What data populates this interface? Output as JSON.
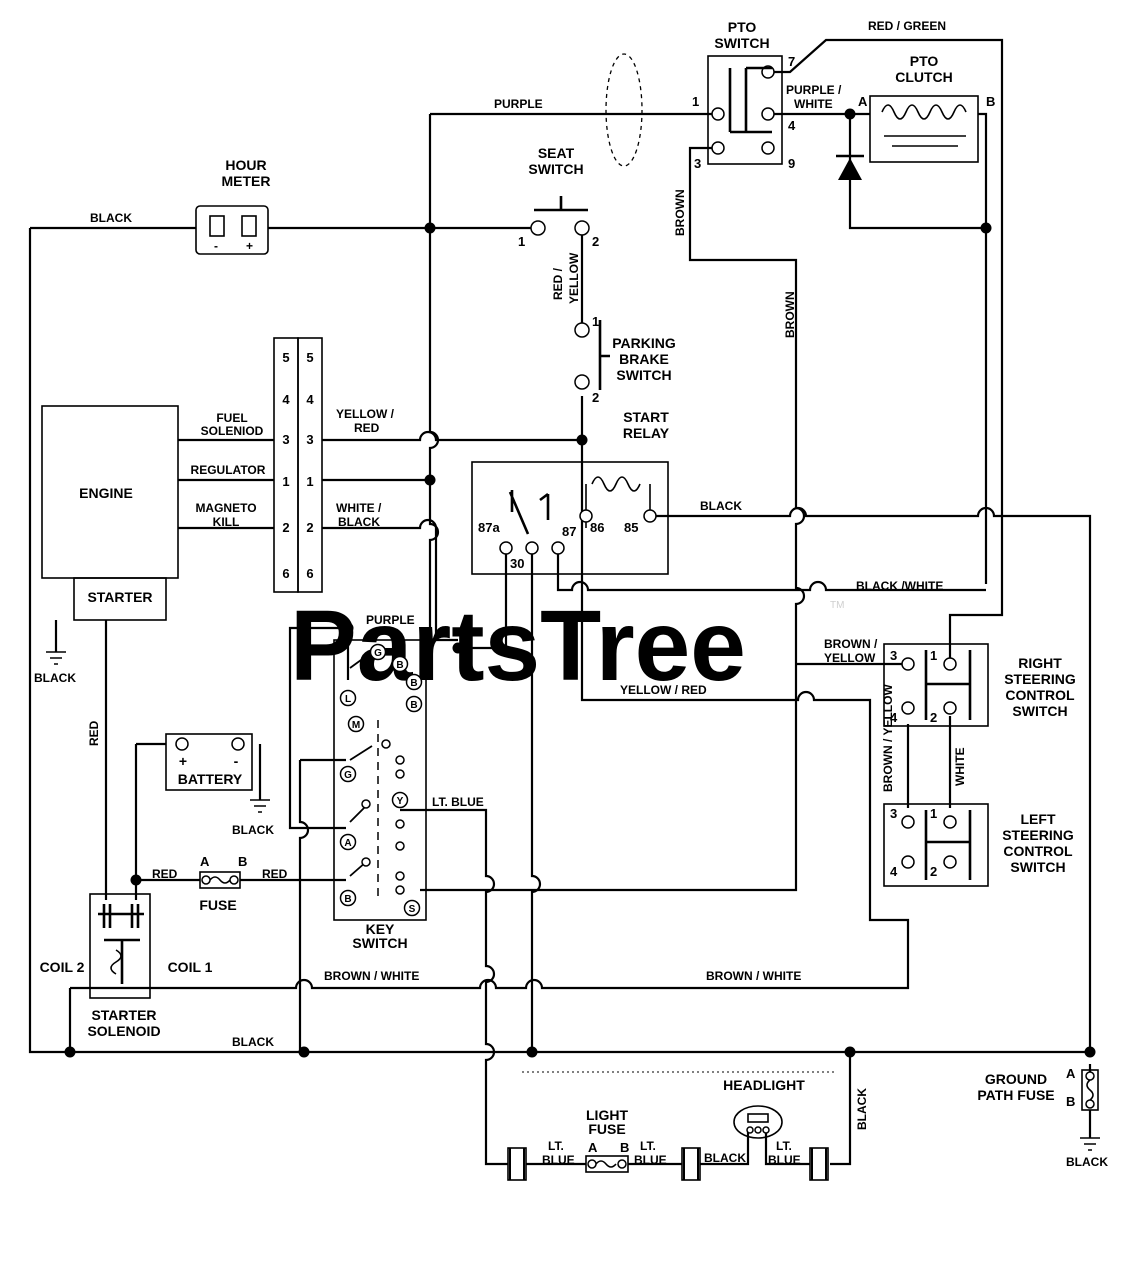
{
  "watermark": "PartsTree",
  "watermark_tm": "TM",
  "components": {
    "hour_meter": {
      "title_l1": "HOUR",
      "title_l2": "METER",
      "minus": "-",
      "plus": "+"
    },
    "seat_switch": {
      "title_l1": "SEAT",
      "title_l2": "SWITCH",
      "pin1": "1",
      "pin2": "2"
    },
    "pto_switch": {
      "title_l1": "PTO",
      "title_l2": "SWITCH",
      "pin1": "1",
      "pin3": "3",
      "pin4": "4",
      "pin7": "7",
      "pin9": "9"
    },
    "pto_clutch": {
      "title_l1": "PTO",
      "title_l2": "CLUTCH",
      "pinA": "A",
      "pinB": "B"
    },
    "parking_brake": {
      "title_l1": "PARKING",
      "title_l2": "BRAKE",
      "title_l3": "SWITCH",
      "pin1": "1",
      "pin2": "2"
    },
    "start_relay": {
      "title_l1": "START",
      "title_l2": "RELAY",
      "p87a": "87a",
      "p30": "30",
      "p87": "87",
      "p86": "86",
      "p85": "85"
    },
    "engine": {
      "title": "ENGINE",
      "starter": "STARTER"
    },
    "connector": {
      "rows": [
        "5",
        "4",
        "3",
        "1",
        "2",
        "6"
      ]
    },
    "engine_wires": {
      "fuel_l1": "FUEL",
      "fuel_l2": "SOLENIOD",
      "regulator": "REGULATOR",
      "magneto_l1": "MAGNETO",
      "magneto_l2": "KILL"
    },
    "battery": {
      "title": "BATTERY",
      "plus": "+",
      "minus": "-"
    },
    "fuse": {
      "title": "FUSE",
      "a": "A",
      "b": "B"
    },
    "key_switch": {
      "title_l1": "KEY",
      "title_l2": "SWITCH",
      "terminals": [
        "G",
        "B",
        "B",
        "L",
        "B",
        "M",
        "G",
        "Y",
        "A",
        "B",
        "S"
      ]
    },
    "starter_solenoid": {
      "title_l1": "STARTER",
      "title_l2": "SOLENOID",
      "coil1": "COIL 1",
      "coil2": "COIL 2"
    },
    "right_steering": {
      "title_l1": "RIGHT",
      "title_l2": "STEERING",
      "title_l3": "CONTROL",
      "title_l4": "SWITCH",
      "p1": "1",
      "p2": "2",
      "p3": "3",
      "p4": "4"
    },
    "left_steering": {
      "title_l1": "LEFT",
      "title_l2": "STEERING",
      "title_l3": "CONTROL",
      "title_l4": "SWITCH",
      "p1": "1",
      "p2": "2",
      "p3": "3",
      "p4": "4"
    },
    "headlight": {
      "title": "HEADLIGHT"
    },
    "light_fuse": {
      "title_l1": "LIGHT",
      "title_l2": "FUSE",
      "a": "A",
      "b": "B"
    },
    "ground_fuse": {
      "title_l1": "GROUND",
      "title_l2": "PATH FUSE",
      "a": "A",
      "b": "B"
    }
  },
  "wires": {
    "black": "BLACK",
    "purple": "PURPLE",
    "red_green": "RED / GREEN",
    "purple_white_l1": "PURPLE /",
    "purple_white_l2": "WHITE",
    "brown": "BROWN",
    "red_yellow_l1": "RED /",
    "red_yellow_l2": "YELLOW",
    "yellow_red_l1": "YELLOW /",
    "yellow_red_l2": "RED",
    "white_black_l1": "WHITE /",
    "white_black_l2": "BLACK",
    "black_white": "BLACK /WHITE",
    "brown_yellow_l1": "BROWN /",
    "brown_yellow_l2": "YELLOW",
    "brown_yellow_v": "BROWN / YELLOW",
    "white": "WHITE",
    "yellow_red": "YELLOW / RED",
    "lt_blue": "LT. BLUE",
    "lt": "LT.",
    "blue": "BLUE",
    "red": "RED",
    "brown_white": "BROWN / WHITE"
  }
}
